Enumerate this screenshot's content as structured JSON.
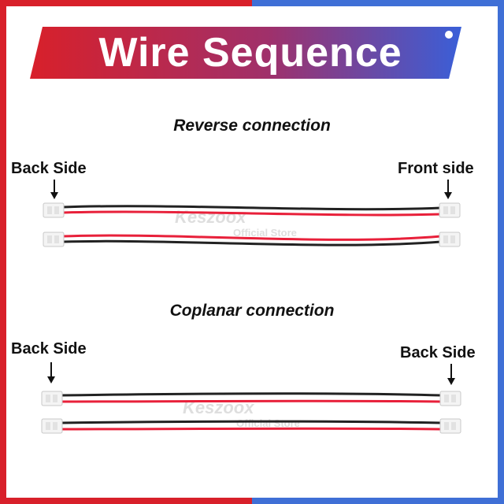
{
  "banner": {
    "title": "Wire Sequence",
    "color_left": "#d8202a",
    "color_right": "#3f6fd6"
  },
  "sections": [
    {
      "title": "Reverse connection",
      "left_label": "Back Side",
      "right_label": "Front side"
    },
    {
      "title": "Coplanar connection",
      "left_label": "Back Side",
      "right_label": "Back Side"
    }
  ],
  "watermark": {
    "brand": "Keszoox",
    "sub": "Official Store"
  },
  "wire_colors": {
    "red": "#e8203a",
    "black": "#222222",
    "connector": "#f4f4f4"
  }
}
